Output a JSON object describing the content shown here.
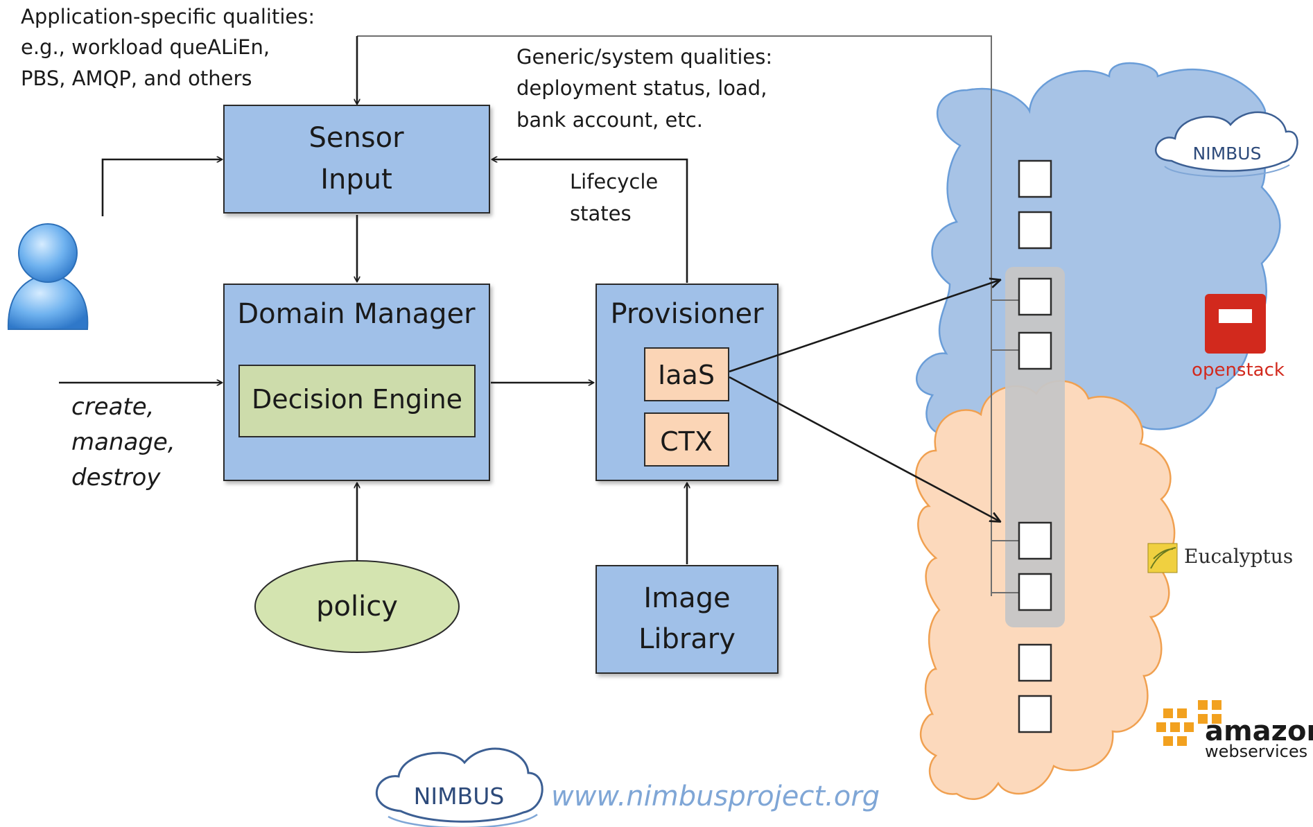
{
  "annotations": {
    "app_specific": [
      "Application-specific qualities:",
      "e.g., workload queALiEn,",
      "PBS, AMQP, and others"
    ],
    "generic": [
      "Generic/system qualities:",
      "deployment status, load,",
      "bank account, etc."
    ],
    "lifecycle": [
      "Lifecycle",
      "states"
    ],
    "commands": [
      "create,",
      "manage,",
      "destroy"
    ]
  },
  "boxes": {
    "sensor_input": [
      "Sensor",
      "Input"
    ],
    "domain_manager": "Domain Manager",
    "decision_engine": "Decision Engine",
    "provisioner": "Provisioner",
    "iaas": "IaaS",
    "ctx": "CTX",
    "image_library": [
      "Image",
      "Library"
    ],
    "policy": "policy"
  },
  "logos": {
    "nimbus_small": "NIMBUS",
    "openstack": "openstack",
    "eucalyptus": "Eucalyptus",
    "amazon_top": "amazon",
    "amazon_bottom": "webservices",
    "nimbus_footer": "NIMBUS"
  },
  "footer": {
    "url": "www.nimbusproject.org"
  },
  "colors": {
    "component_blue": "#a0c0e8",
    "engine_green": "#cddcab",
    "sub_peach": "#fbd5b6",
    "policy_green": "#d4e4b0",
    "cloud_blue": "#a7c3e6",
    "cloud_orange": "#fcd9bc",
    "url_blue": "#7fa6d6",
    "openstack_red": "#d2291d",
    "amazon_orange": "#f2a11f"
  }
}
